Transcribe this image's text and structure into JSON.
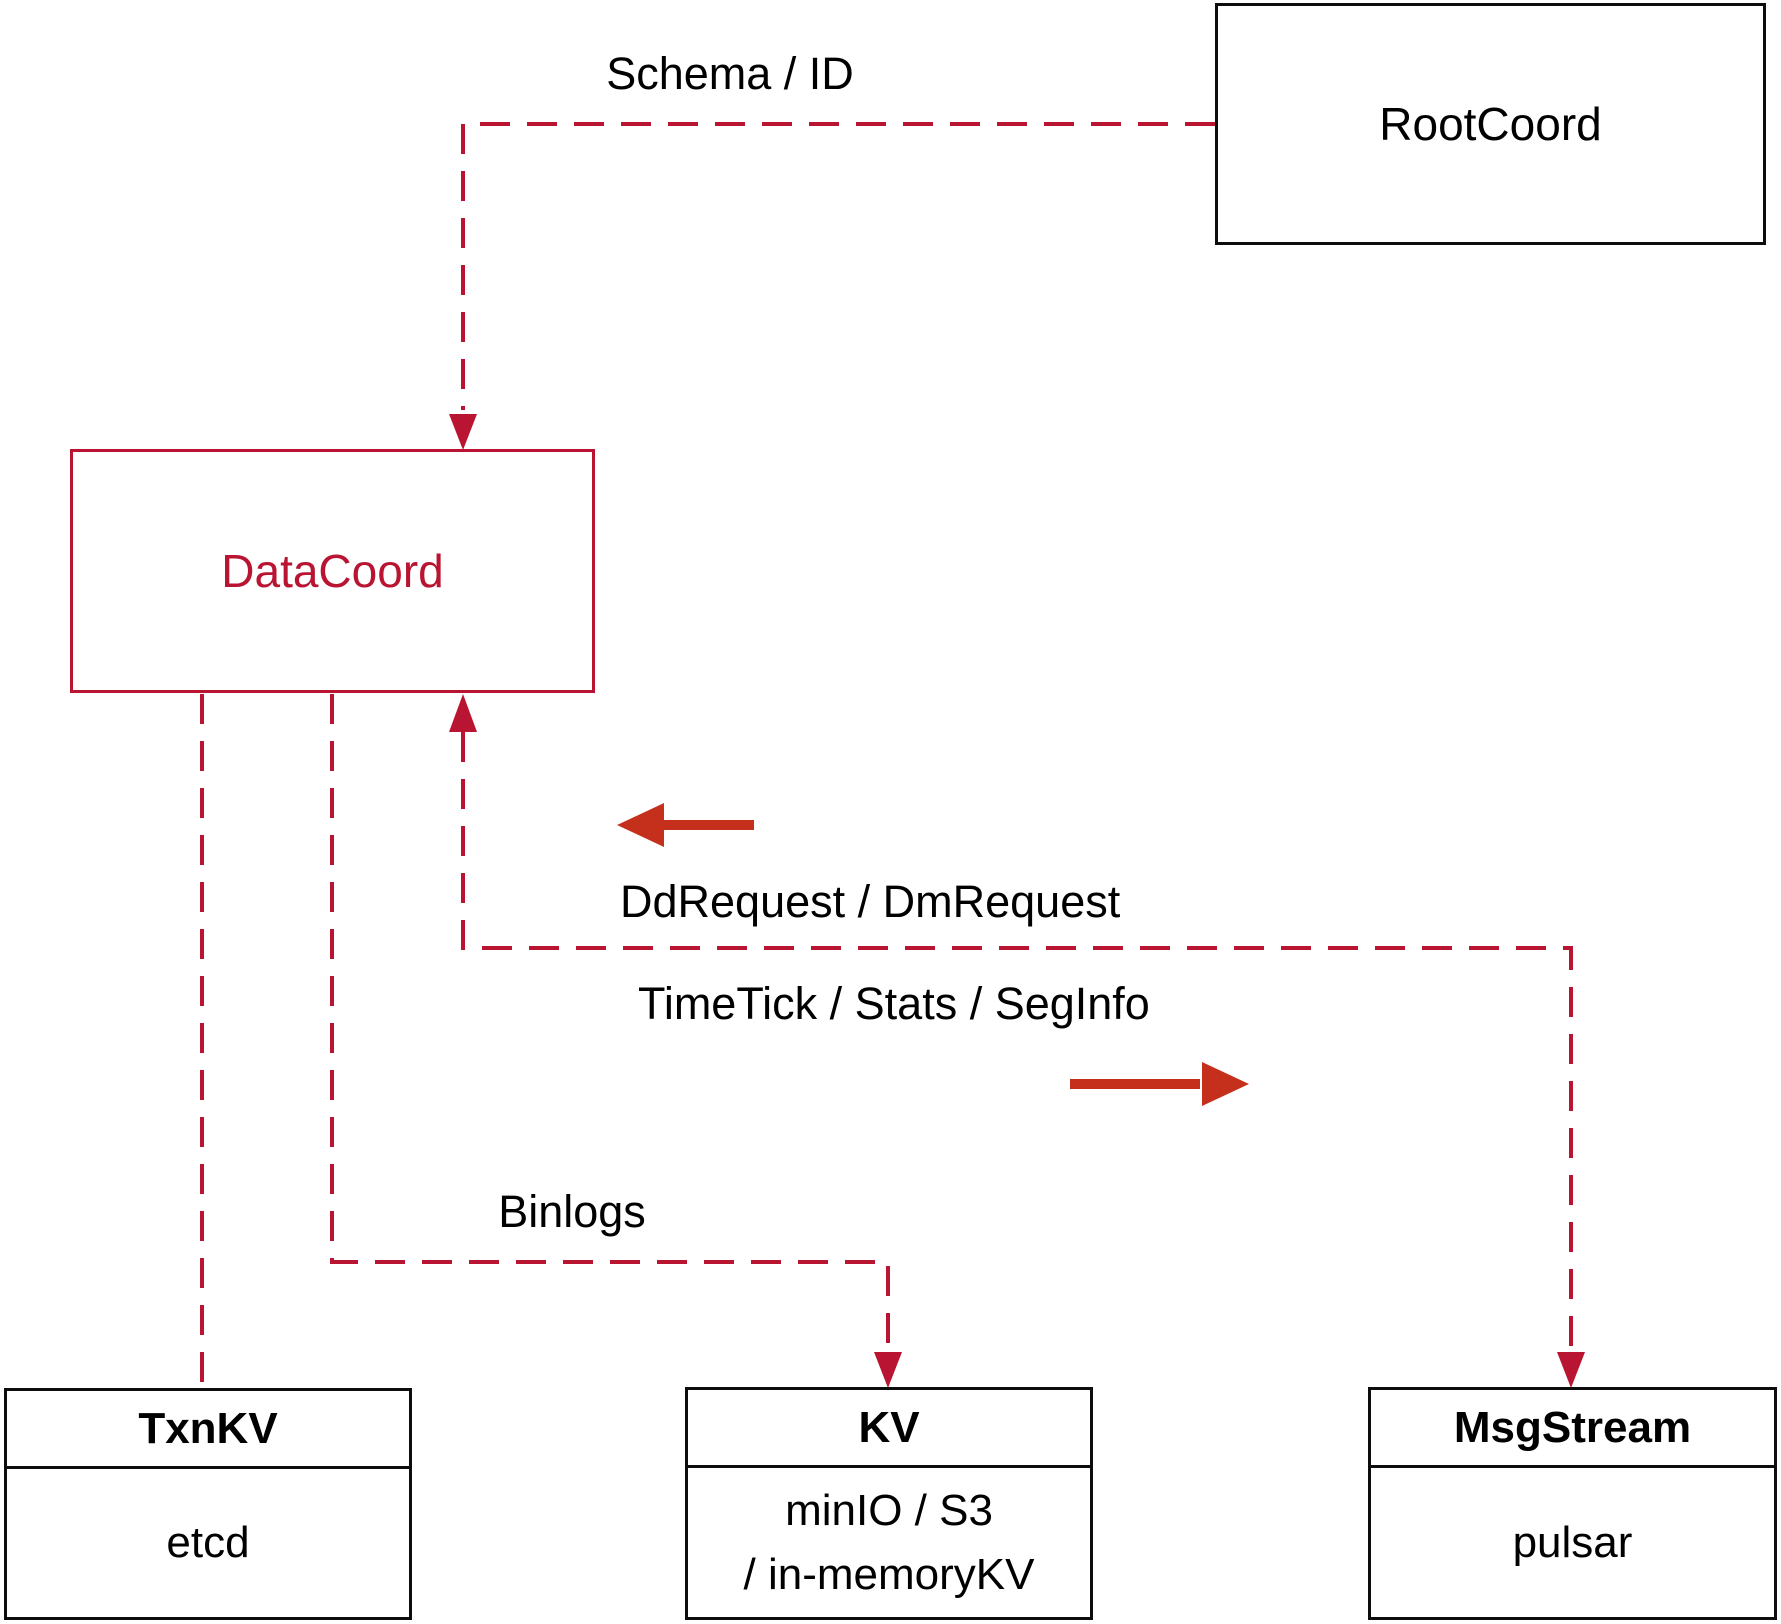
{
  "colors": {
    "edge_red": "#b91431",
    "arrow_red": "#c5301c"
  },
  "nodes": {
    "rootcoord": {
      "label": "RootCoord"
    },
    "datacoord": {
      "label": "DataCoord"
    },
    "txnkv": {
      "title": "TxnKV",
      "body": "etcd"
    },
    "kv": {
      "title": "KV",
      "body_line1": "minIO / S3",
      "body_line2": "/ in-memoryKV"
    },
    "msgstream": {
      "title": "MsgStream",
      "body": "pulsar"
    }
  },
  "edges": {
    "schema_id_label": "Schema / ID",
    "ddrequest_label": "DdRequest / DmRequest",
    "timetick_label": "TimeTick / Stats / SegInfo",
    "binlogs_label": "Binlogs"
  }
}
